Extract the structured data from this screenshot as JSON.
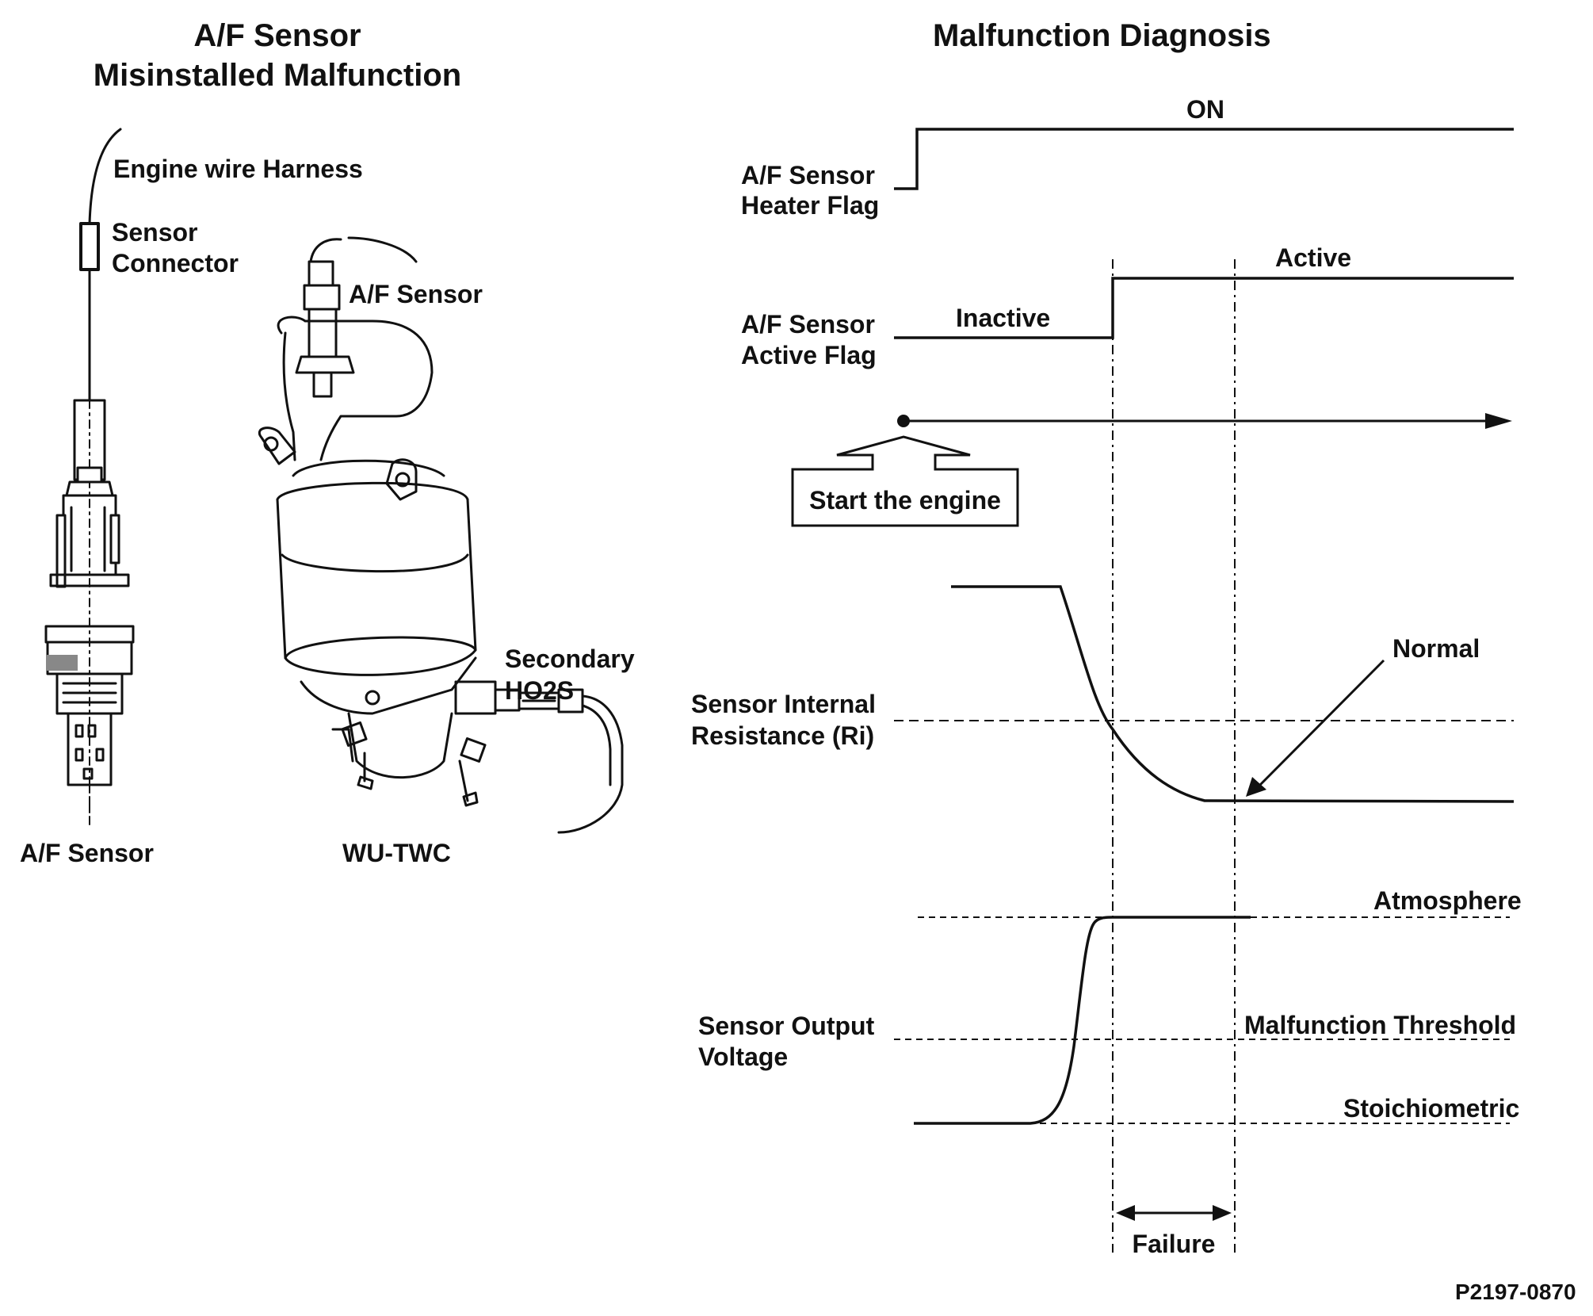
{
  "left_panel": {
    "title_line1": "A/F Sensor",
    "title_line2": "Misinstalled Malfunction",
    "engine_wire_harness": "Engine wire Harness",
    "sensor_connector_line1": "Sensor",
    "sensor_connector_line2": "Connector",
    "af_sensor_top": "A/F Sensor",
    "secondary_line1": "Secondary",
    "secondary_line2": "HO2S",
    "af_sensor_bottom": "A/F Sensor",
    "wu_twc": "WU-TWC"
  },
  "right_panel": {
    "title": "Malfunction Diagnosis",
    "heater_flag": {
      "label_line1": "A/F Sensor",
      "label_line2": "Heater Flag",
      "state_on": "ON"
    },
    "active_flag": {
      "label_line1": "A/F Sensor",
      "label_line2": "Active Flag",
      "state_inactive": "Inactive",
      "state_active": "Active"
    },
    "start_engine": "Start the engine",
    "resistance": {
      "label_line1": "Sensor Internal",
      "label_line2": "Resistance (Ri)",
      "normal": "Normal"
    },
    "voltage": {
      "label_line1": "Sensor Output",
      "label_line2": "Voltage",
      "atmosphere": "Atmosphere",
      "malfunction_threshold": "Malfunction Threshold",
      "stoichiometric": "Stoichiometric"
    },
    "failure": "Failure"
  },
  "figure_id": "P2197-0870"
}
